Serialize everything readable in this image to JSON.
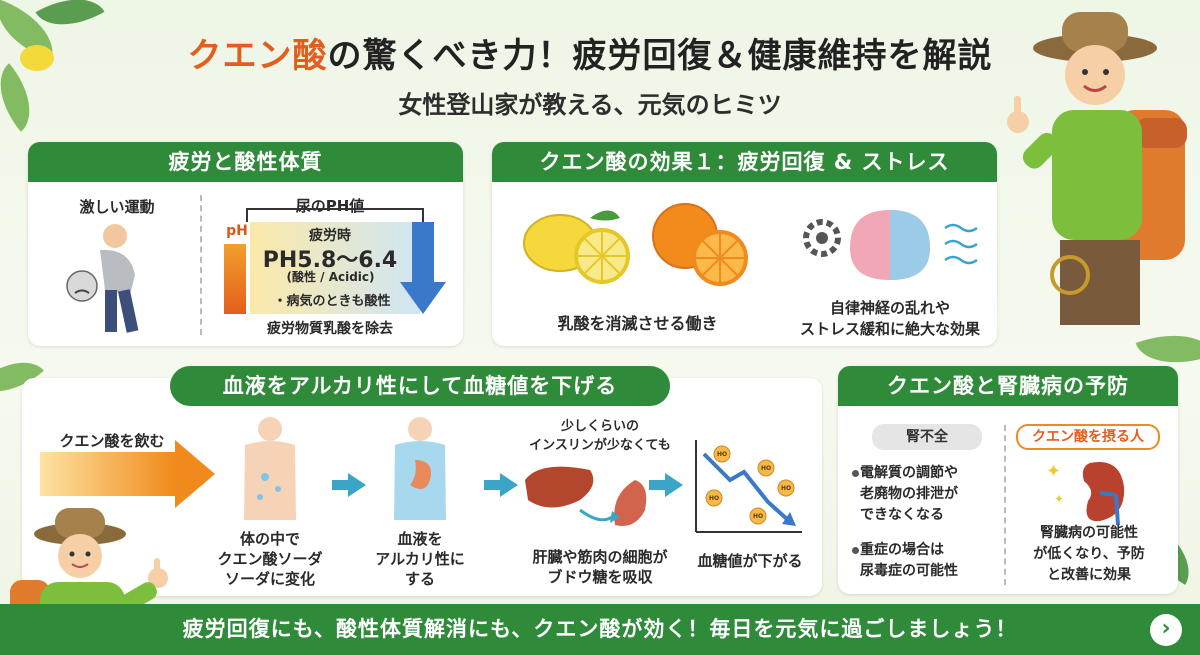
{
  "header": {
    "title_accent": "クエン酸",
    "title_rest": "の驚くべき力！疲労回復＆健康維持を解説",
    "subtitle": "女性登山家が教える、元気のヒミツ"
  },
  "card1": {
    "heading": "疲労と酸性体質",
    "exercise_label": "激しい運動",
    "urine_ph_label": "尿のPH値",
    "ph_label": "pH",
    "fatigue_label": "疲労時",
    "ph_range": "PH5.8〜6.4",
    "acidic_label": "(酸性 / Acidic)",
    "illness_note": "・病気のときも酸性",
    "remove_text": "疲労物質乳酸を除去"
  },
  "card2": {
    "heading": "クエン酸の効果１：疲労回復 & ストレス",
    "lactic_text": "乳酸を消滅させる働き",
    "nerve_text_1": "自律神経の乱れや",
    "nerve_text_2": "ストレス緩和に絶大な効果"
  },
  "blood": {
    "heading": "血液をアルカリ性にして血糖値を下げる",
    "drink_label": "クエン酸を飲む",
    "step1_l1": "体の中で",
    "step1_l2": "クエン酸ソーダ",
    "step1_l3": "ソーダに変化",
    "step2_l1": "血液を",
    "step2_l2": "アルカリ性に",
    "step2_l3": "する",
    "insulin_l1": "少しくらいの",
    "insulin_l2": "インスリンが少なくても",
    "step3_l1": "肝臓や筋肉の細胞が",
    "step3_l2": "ブドウ糖を吸収",
    "step4": "血糖値が下がる",
    "ho_label": "HO"
  },
  "kidney": {
    "heading": "クエン酸と腎臓病の予防",
    "left_tag": "腎不全",
    "right_tag": "クエン酸を摂る人",
    "b1_l1": "電解質の調節や",
    "b1_l2": "老廃物の排泄が",
    "b1_l3": "できなくなる",
    "b2_l1": "重症の場合は",
    "b2_l2": "尿毒症の可能性",
    "r_l1": "腎臓病の可能性",
    "r_l2": "が低くなり、予防",
    "r_l3": "と改善に効果"
  },
  "footer": {
    "text": "疲労回復にも、酸性体質解消にも、クエン酸が効く！毎日を元気に過ごしましょう！",
    "next_icon": "›"
  },
  "colors": {
    "green": "#2f8a3a",
    "accent": "#e35e1c",
    "teal": "#3aa5c7",
    "orange": "#f08a1c"
  }
}
